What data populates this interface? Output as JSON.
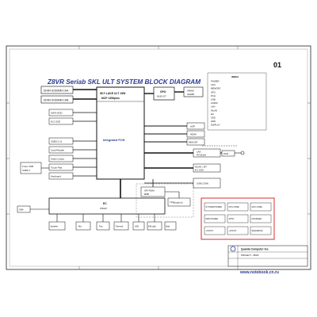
{
  "page_number": "01",
  "title": "Z8VR Seriab SKL ULT SYSTEM BLOCK DIAGRAM",
  "cpu": {
    "line1": "SKY LAKE ULT 15W",
    "line2": "MCP 1356pins",
    "pch_label": "Integrated PCH"
  },
  "memory": {
    "ch_a": "DDR4 SODIMM CHA",
    "ch_b": "DDR4 SODIMM CHB"
  },
  "gpu": {
    "label": "GPU",
    "sub": "N16S-GT",
    "vram": "VRAM",
    "vram_sub": "GDDR5"
  },
  "right_top": {
    "edp": "eDP",
    "hdmi": "HDMI",
    "mdp": "MINI DP"
  },
  "lan": {
    "label": "LAN",
    "sub": "RTL8111H",
    "rj45": "RJ45"
  },
  "wlan": {
    "label": "WLAN + BT",
    "sub": "M.2 2230"
  },
  "ssd": {
    "label": "M.2 SSD",
    "sub": "PCIe"
  },
  "sata": {
    "label": "SATA HDD",
    "sub": "SATA3"
  },
  "usb3": {
    "label": "USB3.0 x2"
  },
  "card_reader": {
    "label": "Card Reader"
  },
  "audio": {
    "label": "Audio Codec",
    "sub": "ALC255"
  },
  "ec": {
    "label": "EC",
    "sub": "IT8227"
  },
  "spi_rom": {
    "label": "SPI ROM",
    "sub": "8MB"
  },
  "tpm": {
    "label": "TPM(option)"
  },
  "touchpad": {
    "label": "Touch Pad"
  },
  "keyboard": {
    "label": "Keyboard"
  },
  "usb_conn": {
    "label": "USB CONN"
  },
  "left_mid": {
    "label": "Front USB",
    "sub": "USB2.0"
  },
  "left_low": {
    "label": "SIM"
  },
  "bottom_row": {
    "item1": "Speaker",
    "item2": "Mic",
    "item3": "Fan",
    "item4": "Thermal",
    "item5": "LED",
    "item6": "KB Light",
    "item7": "Batt"
  },
  "legend": {
    "header": "INDEX",
    "items": [
      "POWER",
      "CPU",
      "MEMORY",
      "GPU",
      "PCH",
      "USB",
      "AUDIO",
      "LAN",
      "WLAN",
      "EC",
      "SSD",
      "HDD",
      "DISPLAY"
    ]
  },
  "power_box": {
    "items": [
      "SYSTEM POWER",
      "CPU CORE",
      "GPU CORE",
      "DDR POWER",
      "3V/5V",
      "CHARGER",
      "+VCCIO",
      "+VCCST",
      "SEQUENCE"
    ]
  },
  "footer": {
    "company": "Quanta Computer Inc.",
    "project": "PROJECT : Z8VR",
    "watermark": "www.notebook.cn.ru"
  },
  "colors": {
    "title": "#2a3b8f",
    "power_border": "#d32f2f",
    "line": "#111111",
    "footer_link": "#2a3b8f"
  }
}
